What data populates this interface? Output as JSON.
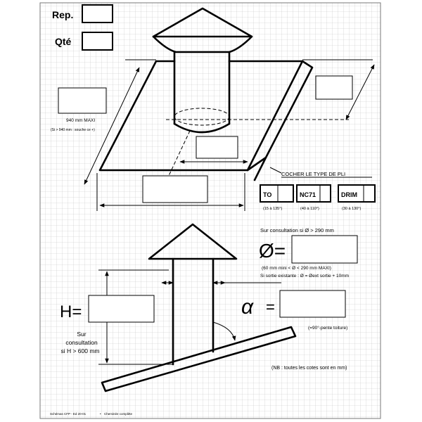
{
  "header": {
    "rep_label": "Rep.",
    "qte_label": "Qté"
  },
  "dimensions": {
    "max_length_label": "940 mm MAXI",
    "max_length_note": "(Si > 940 mm : souche ce +)"
  },
  "pli": {
    "title": "COCHER LE TYPE DE PLI",
    "options": [
      {
        "code": "TO",
        "range": "(15 à 135°)"
      },
      {
        "code": "NC71",
        "range": "(40 à 110°)"
      },
      {
        "code": "DRIM",
        "range": "(30 à 130°)"
      }
    ]
  },
  "diameter": {
    "consult_note": "Sur consultation si Ø > 290 mm",
    "symbol": "Ø=",
    "range_note": "(60 mm mini < Ø < 290 mm MAXI)",
    "existing_note": "Si sortie existante : Ø = Øext sortie + 10mm"
  },
  "height": {
    "symbol": "H=",
    "consult_line1": "Sur",
    "consult_line2": "consultation",
    "consult_line3": "si H > 600 mm"
  },
  "angle": {
    "symbol": "α",
    "equals": "=",
    "note": "(=90°-pente toiture)"
  },
  "notes": {
    "units": "(NB : toutes les cotes sont en mm)"
  },
  "footer": {
    "left": "Schémas CFP - Ed 20-01",
    "right": "Cheminée complète"
  }
}
